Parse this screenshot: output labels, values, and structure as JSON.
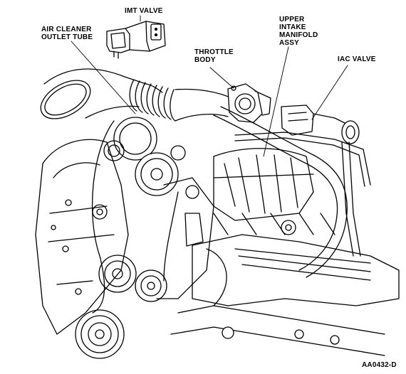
{
  "labels": {
    "imt_valve": "IMT VALVE",
    "air_cleaner_outlet_tube": "AIR CLEANER\nOUTLET TUBE",
    "throttle_body": "THROTTLE\nBODY",
    "upper_intake_manifold": "UPPER\nINTAKE\nMANIFOLD\nASSY",
    "iac_valve": "IAC VALVE",
    "figure_code": "AA0432-D"
  }
}
